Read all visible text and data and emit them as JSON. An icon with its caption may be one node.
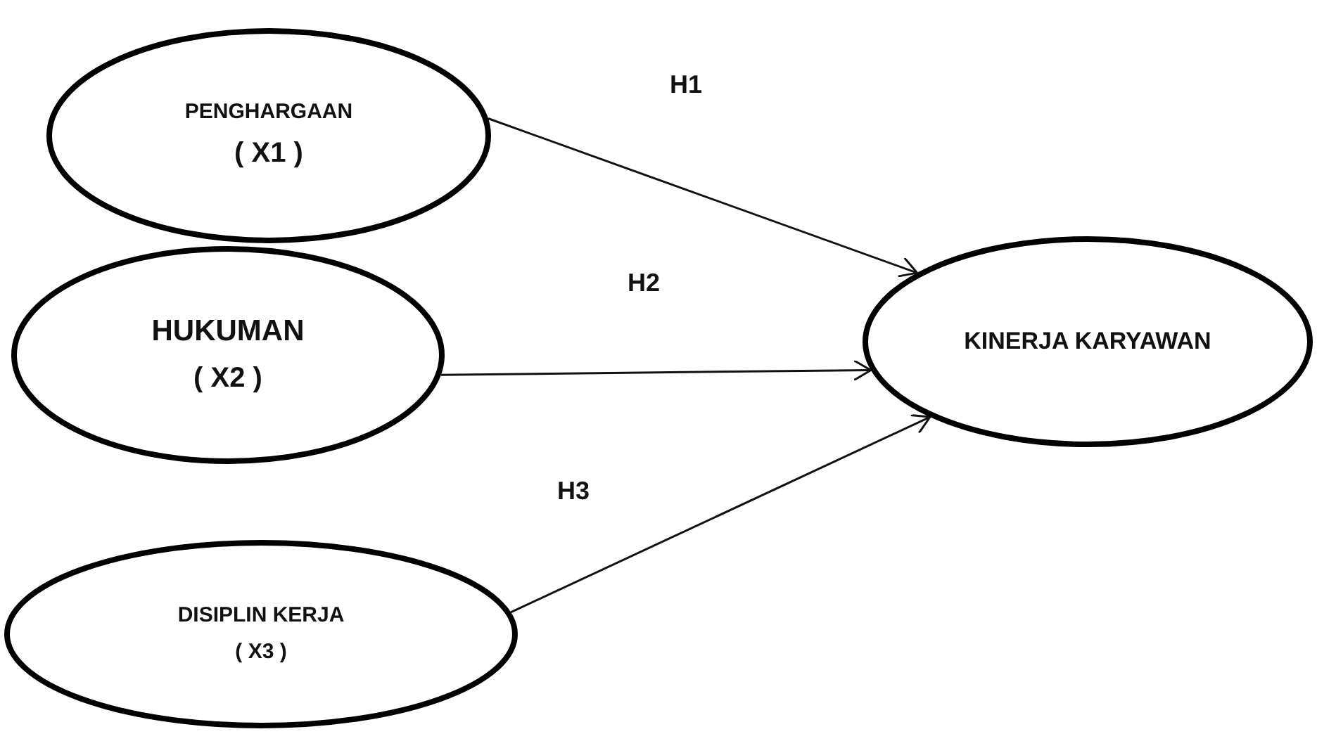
{
  "diagram": {
    "nodes": [
      {
        "text": [
          "PENGHARGAAN",
          "( X1 )"
        ]
      },
      {
        "text": [
          "HUKUMAN",
          "( X2 )"
        ]
      },
      {
        "text": [
          "DISIPLIN KERJA",
          "( X3 )"
        ]
      },
      {
        "text": [
          "KINERJA KARYAWAN"
        ]
      }
    ],
    "edges": [
      {
        "from": 0,
        "to": 3,
        "arrow": "to",
        "label": "H1"
      },
      {
        "from": 1,
        "to": 3,
        "arrow": "to",
        "label": "H2"
      },
      {
        "from": 2,
        "to": 3,
        "arrow": "to",
        "label": "H3"
      }
    ]
  }
}
